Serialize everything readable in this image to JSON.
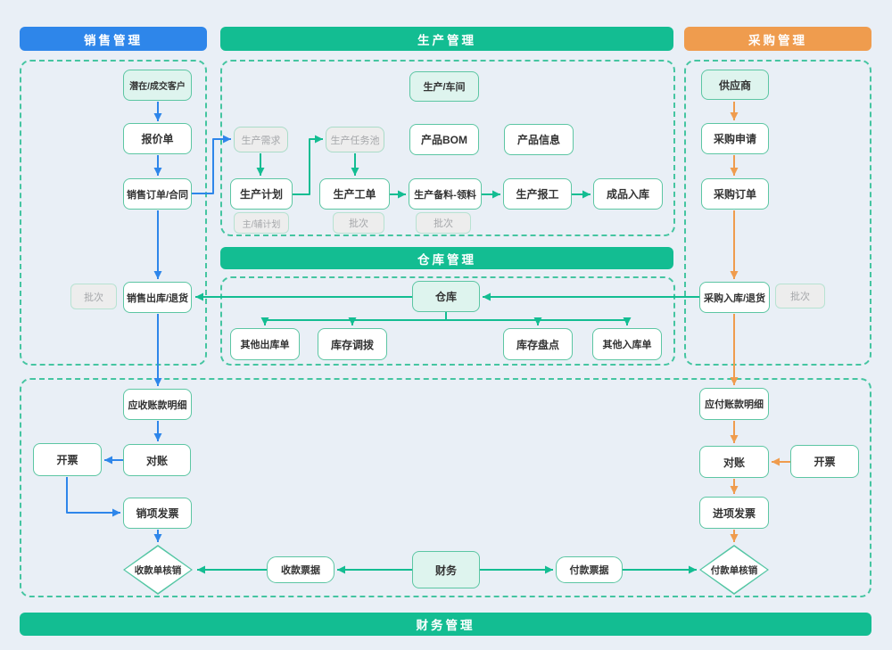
{
  "headers": {
    "sales": "销售管理",
    "production": "生产管理",
    "purchase": "采购管理",
    "warehouse": "仓库管理",
    "finance": "财务管理"
  },
  "colors": {
    "sales_blue": "#2e86ea",
    "green": "#13bd92",
    "orange": "#ef9c4e",
    "node_border_teal": "#5cc6a3",
    "zone_dash_teal": "#45c5a1",
    "background": "#e9eff6"
  },
  "nodes": {
    "potential_customers": "潜在/成交客户",
    "quotation": "报价单",
    "sales_order": "销售订单/合同",
    "sales_batch": "批次",
    "sales_delivery": "销售出库/退货",
    "receivable_detail": "应收账款明细",
    "sales_invoice_issue": "开票",
    "sales_reconcile": "对账",
    "output_invoice": "销项发票",
    "receipt_writeoff": "收款单核销",
    "workshop": "生产/车间",
    "production_demand": "生产需求",
    "production_task_pool": "生产任务池",
    "product_bom": "产品BOM",
    "product_info": "产品信息",
    "production_plan": "生产计划",
    "main_aux_plan": "主/辅计划",
    "production_workorder": "生产工单",
    "workorder_batch": "批次",
    "material_prep": "生产备料-领料",
    "material_batch": "批次",
    "production_report": "生产报工",
    "finished_goods_in": "成品入库",
    "warehouse_node": "仓库",
    "other_outbound": "其他出库单",
    "stock_transfer": "库存调拨",
    "stock_count": "库存盘点",
    "other_inbound": "其他入库单",
    "supplier": "供应商",
    "purchase_request": "采购申请",
    "purchase_order": "采购订单",
    "purchase_inbound": "采购入库/退货",
    "purchase_batch": "批次",
    "payable_detail": "应付账款明细",
    "purchase_reconcile": "对账",
    "purchase_invoice_issue": "开票",
    "input_invoice": "进项发票",
    "payment_writeoff": "付款单核销",
    "receipt_bill": "收款票据",
    "finance_node": "财务",
    "payment_bill": "付款票据"
  }
}
